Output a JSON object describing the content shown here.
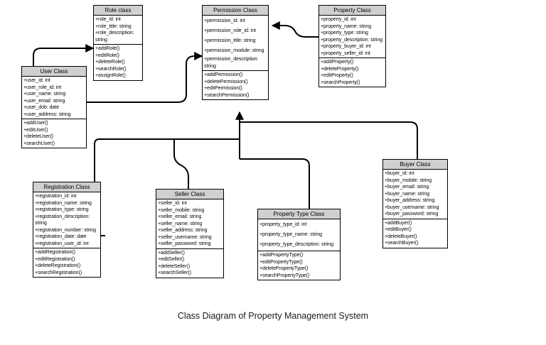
{
  "caption": "Class Diagram of Property Management System",
  "style": {
    "header_fill": "#d0d0d0",
    "box_fill": "#ffffff",
    "line_color": "#000000",
    "text_color": "#000000"
  },
  "classes": [
    {
      "id": "role",
      "name": "Role class",
      "attributes": [
        "+role_id: int",
        "+role_title: string",
        "+role_description: string"
      ],
      "operations": [
        "+addRole()",
        "+editRole()",
        "+deleteRole()",
        "+searchRole()",
        "+assignRole()"
      ]
    },
    {
      "id": "permission",
      "name": "Permission Class",
      "attributes": [
        "+permission_id: int",
        "+permission_role_id: int",
        "+permission_title: string",
        "+permission_module: string",
        "+permission_description: string"
      ],
      "operations": [
        "+addPermission()",
        "+deletePermission()",
        "+editPermission()",
        "+searchPermission()"
      ]
    },
    {
      "id": "property",
      "name": "Property Class",
      "attributes": [
        "+property_id: int",
        "+property_name: string",
        "+property_type: string",
        "+property_description: string",
        "+property_buyer_id: int",
        "+property_seller_id: int"
      ],
      "operations": [
        "+addProperty()",
        "+deleteProperty()",
        "+editProperty()",
        "+searchProperty()"
      ]
    },
    {
      "id": "user",
      "name": "User Class",
      "attributes": [
        "+user_id: int",
        "+user_role_id: int",
        "+user_name: string",
        "+user_email: string",
        "+user_dob: date",
        "+user_address: string"
      ],
      "operations": [
        "+addUser()",
        "+editUser()",
        "+deleteUser()",
        "+searchUser()"
      ]
    },
    {
      "id": "buyer",
      "name": "Buyer Class",
      "attributes": [
        "+buyer_id: int",
        "+buyer_mobile: string",
        "+buyer_email: string",
        "+buyer_name: string",
        "+buyer_address: string",
        "+buyer_username: string",
        "+buyer_password: string"
      ],
      "operations": [
        "+addBuyer()",
        "+editBuyer()",
        "+deleteBuyer()",
        "+searchBuyer()"
      ]
    },
    {
      "id": "registration",
      "name": "Registration Class",
      "attributes": [
        "+registration_id: int",
        "+registration_name: string",
        "+registration_type: string",
        "+registration_description: string",
        "+registration_number: string",
        "+registration_date: date",
        "+registration_user_id: int"
      ],
      "operations": [
        "+addRegistration()",
        "+editRegistration()",
        "+deleteRegistration()",
        "+searchRegistration()"
      ]
    },
    {
      "id": "seller",
      "name": "Seller Class",
      "attributes": [
        "+seller_id: int",
        "+seller_mobile: string",
        "+seller_email: string",
        "+seller_name: string",
        "+seller_address: string",
        "+seller_username: string",
        "+seller_password: string"
      ],
      "operations": [
        "+addSeller()",
        "+editSeller()",
        "+deleteSeller()",
        "+searchSeller()"
      ]
    },
    {
      "id": "property_type",
      "name": "Property Type Class",
      "attributes": [
        "+property_type_id: int",
        "+property_type_name: string",
        "+property_type_description: string"
      ],
      "operations": [
        "+addPropertyType()",
        "+editPropertyType()",
        "+deletePropertyType()",
        "+searchPropertyType()"
      ]
    }
  ],
  "associations": [
    {
      "from": "user",
      "to": "role",
      "arrow": "to"
    },
    {
      "from": "user",
      "to": "permission",
      "arrow": "to"
    },
    {
      "from": "property",
      "to": "permission",
      "arrow": "to"
    },
    {
      "from": "registration",
      "to": "permission",
      "arrow": "to"
    },
    {
      "from": "seller",
      "to": "permission",
      "arrow": "to"
    },
    {
      "from": "property_type",
      "to": "permission",
      "arrow": "to"
    },
    {
      "from": "buyer",
      "to": "permission",
      "arrow": "to"
    }
  ]
}
